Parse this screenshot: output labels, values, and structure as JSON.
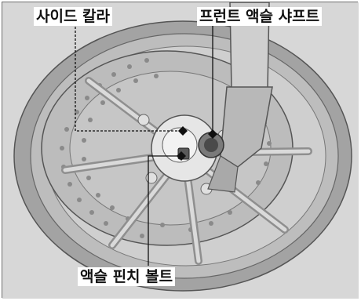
{
  "callouts": {
    "side_collar": "사이드 칼라",
    "front_axle_shaft": "프런트 액슬 샤프트",
    "axle_pinch_bolt": "액슬 핀치 볼트"
  },
  "colors": {
    "background": "#d5d5d5",
    "tire": "#9e9e9e",
    "rim": "#c2c2c2",
    "disc": "#b8b8b8",
    "fork": "#c8c8c8",
    "leader_line": "#111111"
  }
}
